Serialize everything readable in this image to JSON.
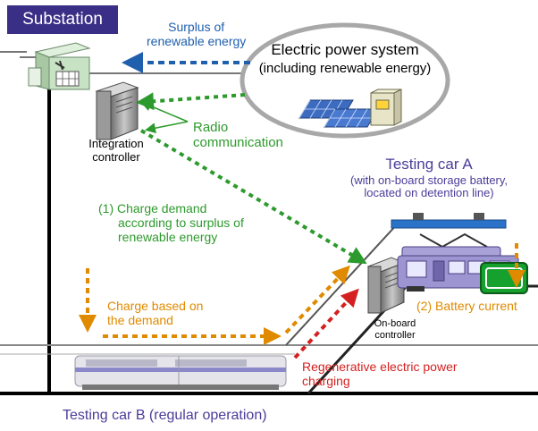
{
  "substation": "Substation",
  "surplus": [
    "Surplus of",
    "renewable energy"
  ],
  "power_system": [
    "Electric power system",
    "(including renewable energy)"
  ],
  "integration_controller": [
    "Integration",
    "controller"
  ],
  "radio": [
    "Radio",
    "communication"
  ],
  "car_a": {
    "title": "Testing car A",
    "subtitle": [
      "(with on-board storage battery,",
      "located on detention line)"
    ]
  },
  "charge_demand": [
    "(1) Charge demand",
    "according to surplus of",
    "renewable energy"
  ],
  "charge_based": [
    "Charge based on",
    "the demand"
  ],
  "battery_current": "(2) Battery current",
  "onboard_controller": [
    "On-board",
    "controller"
  ],
  "regen": [
    "Regenerative electric power",
    "charging"
  ],
  "car_b": "Testing car B (regular operation)",
  "colors": {
    "blue_arrow": "#1f5fae",
    "green": "#2d9a2d",
    "orange": "#e08a00",
    "red": "#d42020",
    "purple_text": "#4a3d9a",
    "badge": "#3a2f86"
  }
}
